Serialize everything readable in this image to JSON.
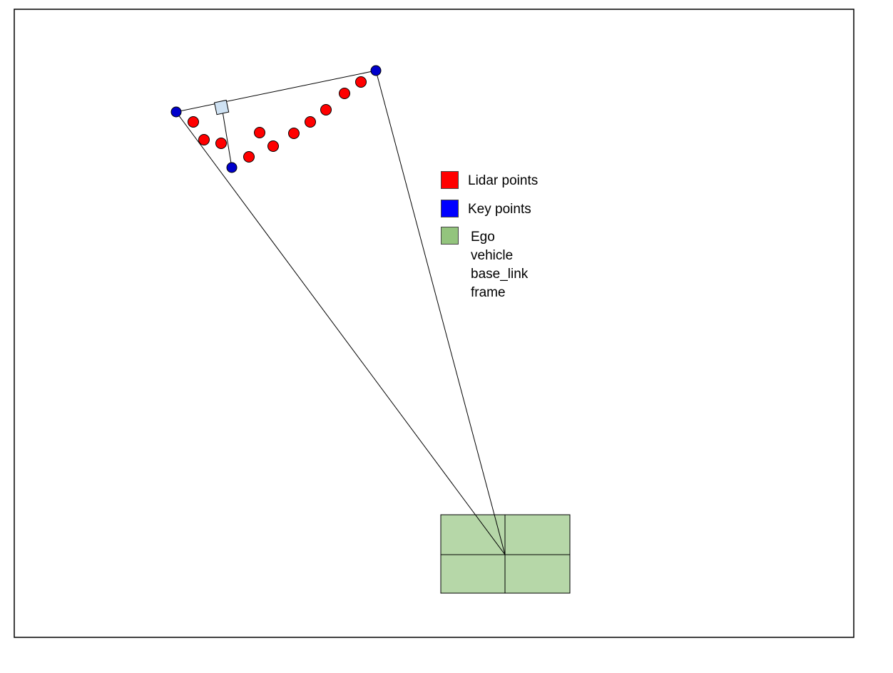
{
  "colors": {
    "border": "#000000",
    "lidar_point": "#ff0000",
    "key_point": "#0000cc",
    "ego_vehicle": "#b6d7a8",
    "marker": "#cfe2f3",
    "line": "#000000"
  },
  "legend": {
    "items": [
      {
        "id": "lidar",
        "label": "Lidar points",
        "color": "#ff0000"
      },
      {
        "id": "key",
        "label": "Key points",
        "color": "#0000ff"
      },
      {
        "id": "ego",
        "label": "Ego vehicle\nbase_link\nframe",
        "color": "#93c47d"
      }
    ]
  }
}
